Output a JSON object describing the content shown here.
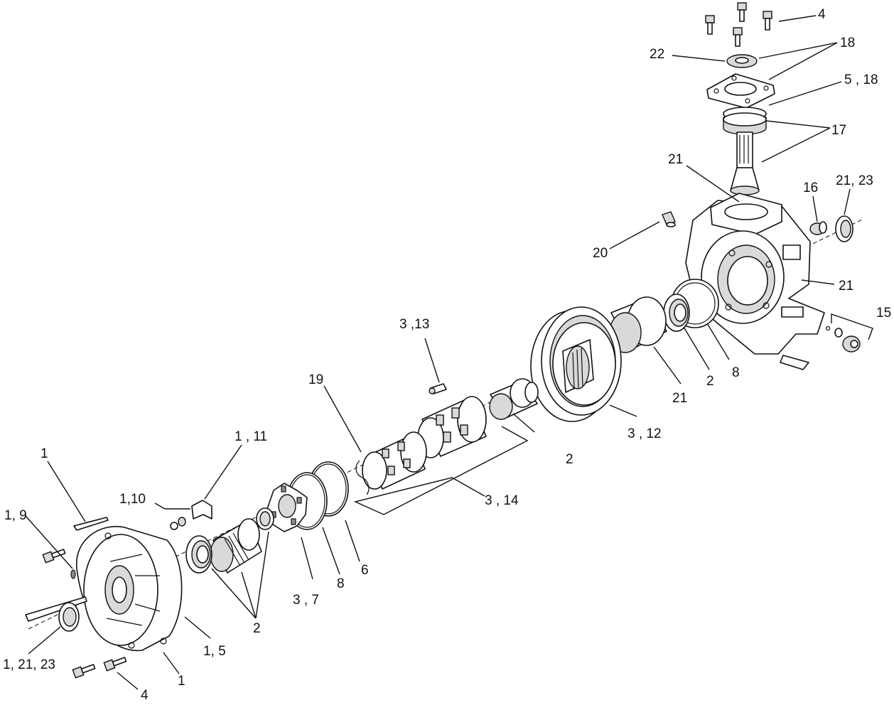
{
  "callouts": {
    "c_4_top": "4",
    "c_18": "18",
    "c_22": "22",
    "c_5_18": "5 , 18",
    "c_17": "17",
    "c_21_top": "21",
    "c_16": "16",
    "c_21_23_right": "21, 23",
    "c_20": "20",
    "c_21_body": "21",
    "c_15": "15",
    "c_3_13": "3 ,13",
    "c_19": "19",
    "c_2_mid": "2",
    "c_8_right": "8",
    "c_21_low": "21",
    "c_3_12": "3 , 12",
    "c_2_spacer": "2",
    "c_3_14": "3 , 14",
    "c_1_11": "1 , 11",
    "c_1_10": "1,10",
    "c_1_top": "1",
    "c_1_9": "1, 9",
    "c_6": "6",
    "c_8_left": "8",
    "c_3_7": "3 , 7",
    "c_2_bearing": "2",
    "c_1_5": "1, 5",
    "c_1_21_23": "1, 21, 23",
    "c_1_bottom": "1",
    "c_4_bottom": "4"
  }
}
